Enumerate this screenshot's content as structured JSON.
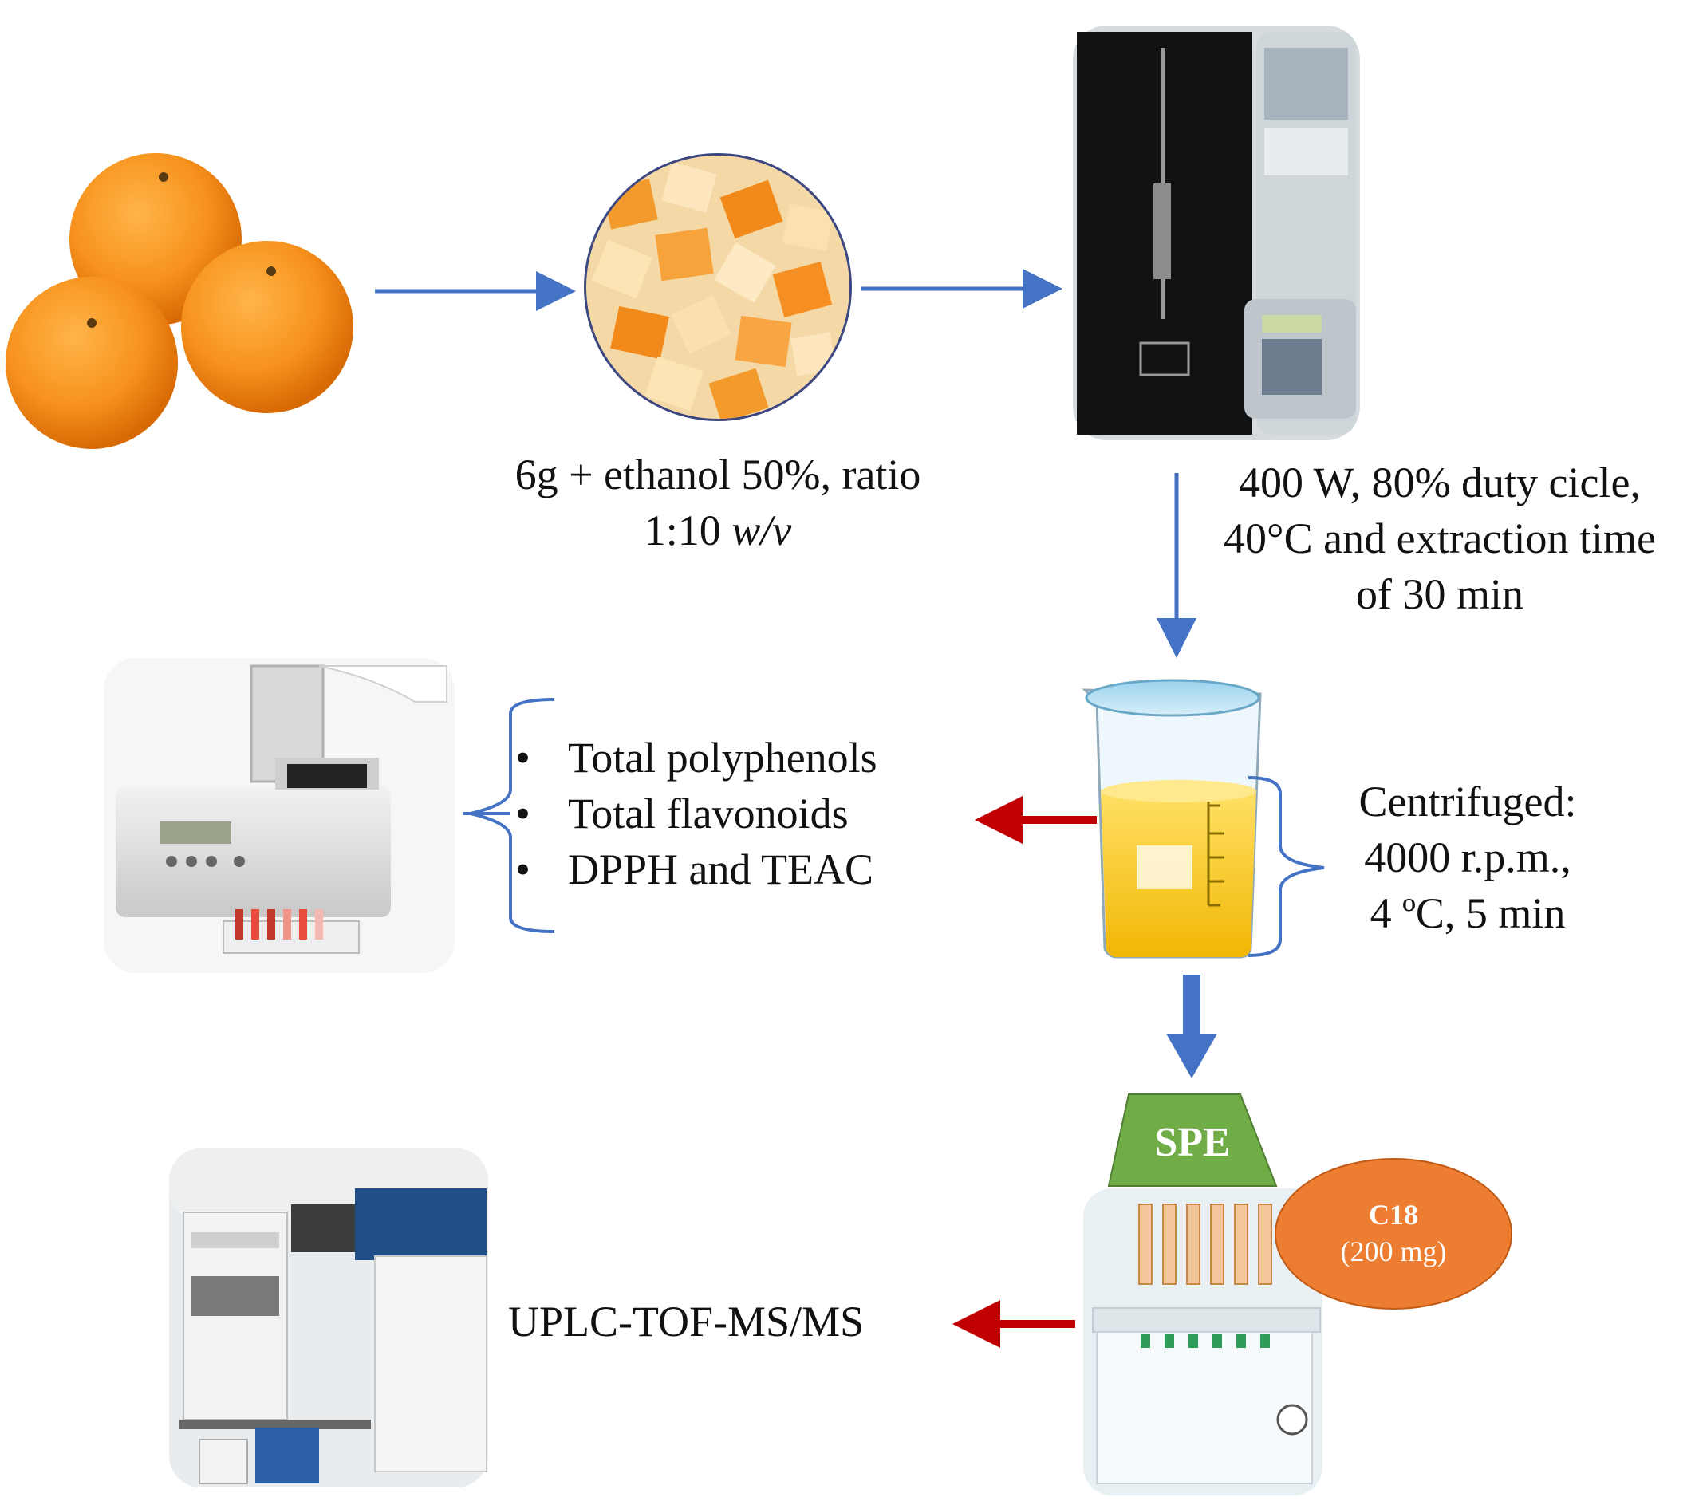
{
  "steps": {
    "prep_note_line1": "6g + ethanol 50%, ratio",
    "prep_note_line2_prefix": "1:10 ",
    "prep_note_line2_italic": "w/v",
    "uae_line1": "400 W, 80% duty cicle,",
    "uae_line2": "40°C and extraction time",
    "uae_line3": "of 30 min",
    "centrifuge_line1": "Centrifuged:",
    "centrifuge_line2": "4000 r.p.m.,",
    "centrifuge_line3": "4 ºC, 5 min",
    "assays": [
      "Total polyphenols",
      "Total flavonoids",
      "DPPH and TEAC"
    ],
    "spe_label": "SPE",
    "cartridge_line1": "C18",
    "cartridge_line2": "(200 mg)",
    "analysis_label": "UPLC-TOF-MS/MS"
  },
  "colors": {
    "flow_arrow": "#4472c4",
    "result_arrow": "#c00000",
    "spe_green": "#70ad47",
    "cartridge_orange": "#ed7d31",
    "orange_fruit": "#f7931e",
    "liquid": "#f7c70a"
  }
}
